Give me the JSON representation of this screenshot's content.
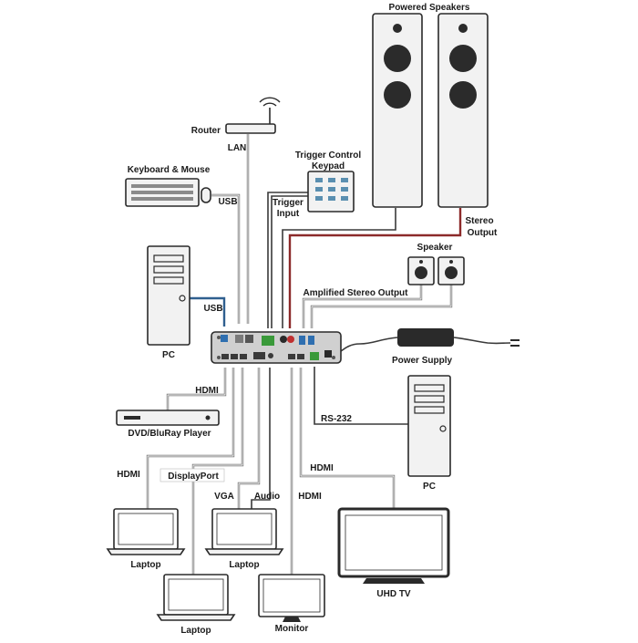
{
  "labels": {
    "powered_speakers": "Powered Speakers",
    "router": "Router",
    "lan": "LAN",
    "trigger_control_keypad_1": "Trigger Control",
    "trigger_control_keypad_2": "Keypad",
    "keyboard_mouse": "Keyboard & Mouse",
    "usb_1": "USB",
    "trigger_input_1": "Trigger",
    "trigger_input_2": "Input",
    "stereo_output_1": "Stereo",
    "stereo_output_2": "Output",
    "speaker": "Speaker",
    "amplified_stereo_output": "Amplified Stereo Output",
    "usb_2": "USB",
    "pc_left": "PC",
    "power_supply": "Power Supply",
    "hdmi_dvd": "HDMI",
    "dvd_bluray": "DVD/BluRay Player",
    "rs232": "RS-232",
    "pc_right": "PC",
    "hdmi_laptop1": "HDMI",
    "displayport": "DisplayPort",
    "vga": "VGA",
    "audio": "Audio",
    "hdmi_monitor": "HDMI",
    "hdmi_tv": "HDMI",
    "laptop_1": "Laptop",
    "laptop_2": "Laptop",
    "laptop_3": "Laptop",
    "monitor": "Monitor",
    "uhd_tv": "UHD TV"
  },
  "colors": {
    "usb_cable": "#2f5f8f",
    "speaker_cable": "#8c2a2a",
    "trigger_port": "#3a9a3a",
    "usb_port": "#2f6fb0",
    "audio_jack_red": "#c03030"
  }
}
